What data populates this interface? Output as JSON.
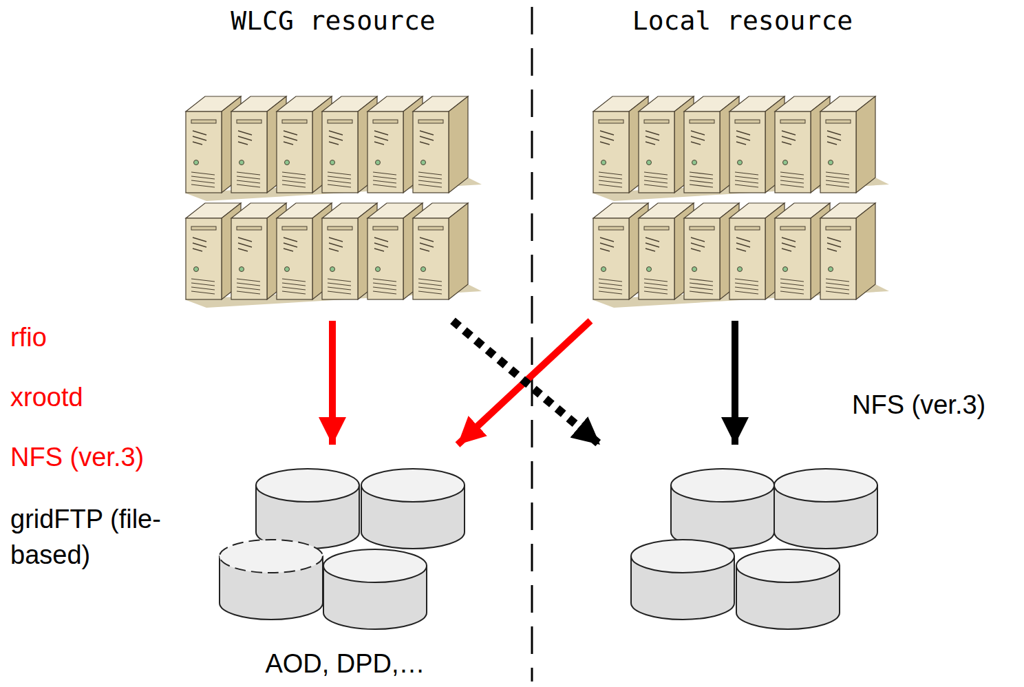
{
  "diagram": {
    "nodes": [
      {
        "text": [
          "WLCG resource"
        ]
      },
      {
        "text": [
          "Local resource"
        ]
      },
      {
        "text": [
          "AOD, DPD,…"
        ]
      },
      {
        "text": []
      }
    ],
    "edges": [
      {
        "from": 0,
        "to": 2,
        "arrow": "to"
      },
      {
        "from": 1,
        "to": 2,
        "arrow": "to"
      },
      {
        "from": 0,
        "to": 3,
        "arrow": "to"
      },
      {
        "from": 1,
        "to": 3,
        "arrow": "to",
        "label": "NFS (ver.3)"
      }
    ],
    "labels": [
      "rfio",
      "xrootd",
      "NFS (ver.3)",
      "gridFTP (file-based)"
    ]
  }
}
